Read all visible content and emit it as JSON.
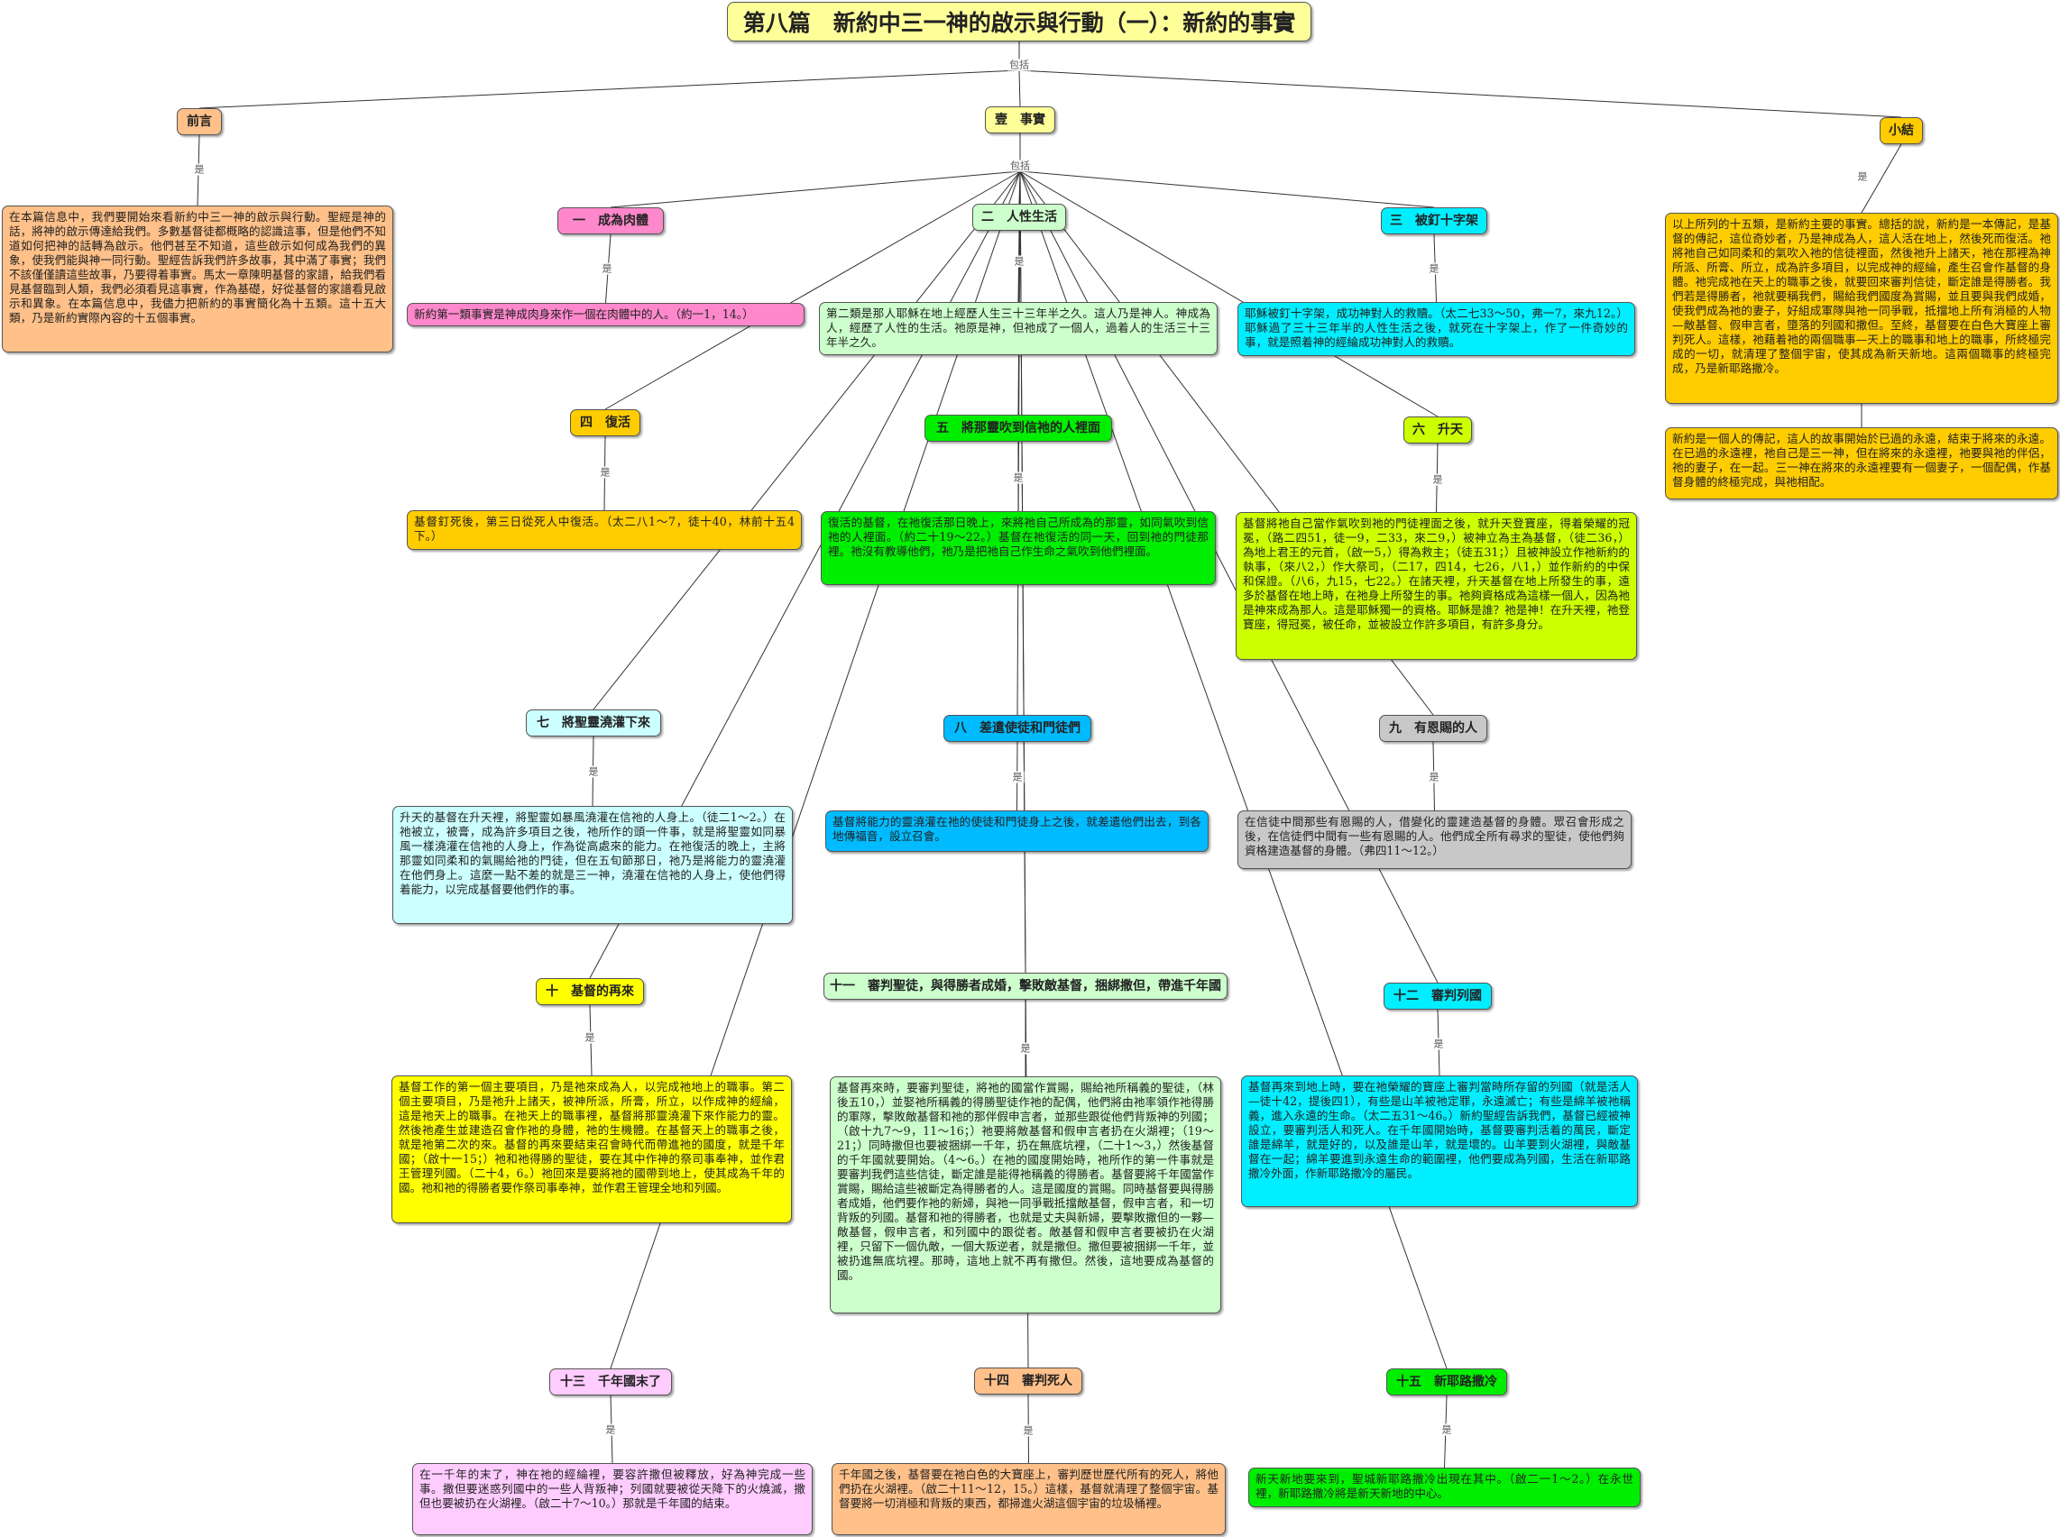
{
  "root": "第八篇　新約中三一神的啟示與行動（一）：新約的事實",
  "root_link": "包括",
  "shi_link": "包括",
  "link_yes": "是",
  "colors": {
    "yellow": "#ffff99",
    "peach": "#ffc089",
    "gold": "#ffcc00",
    "pink": "#ff88cc",
    "lightgreen": "#ccffcc",
    "cyan": "#00eeff",
    "lime": "#ccff00",
    "green": "#00ee00",
    "lightcyan": "#ccffff",
    "skyblue": "#00bbff",
    "gray": "#c8c8c8",
    "pale": "#ffccff"
  },
  "nodes": {
    "preface": {
      "title": "前言",
      "text": "在本篇信息中，我們要開始來看新約中三一神的啟示與行動。聖經是神的話，將神的啟示傳達給我們。多數基督徒都概略的認識這事，但是他們不知道如何把神的話轉為啟示。他們甚至不知道，這些啟示如何成為我們的異象，使我們能與神一同行動。聖經告訴我們許多故事，其中滿了事實；我們不該僅僅讀這些故事，乃要得着事實。馬太一章陳明基督的家譜，給我們看見基督臨到人類，我們必須看見這事實，作為基礎，好從基督的家譜看見啟示和異象。在本篇信息中，我儘力把新約的事實簡化為十五類。這十五大類，乃是新約實際內容的十五個事實。"
    },
    "facts": {
      "title": "壹　事實"
    },
    "summary": {
      "title": "小結",
      "text1": "以上所列的十五類，是新約主要的事實。總括的說，新約是一本傳記，是基督的傳記，這位奇妙者，乃是神成為人，這人活在地上，然後死而復活。祂將祂自己如同柔和的氣吹入祂的信徒裡面，然後祂升上諸天，祂在那裡為神所派、所膏、所立，成為許多項目，以完成神的經綸，產生召會作基督的身體。祂完成祂在天上的職事之後，就要回來審判信徒，斷定誰是得勝者。我們若是得勝者，祂就要稱我們，賜給我們國度為賞賜，並且要與我們成婚，使我們成為祂的妻子，好組成軍隊與祂一同爭戰，抵擋地上所有消極的人物—敵基督、假申言者，墮落的列國和撒但。至終，基督要在白色大寶座上審判死人。這樣，祂藉着祂的兩個職事—天上的職事和地上的職事，所終極完成的一切，就清理了整個宇宙，使其成為新天新地。這兩個職事的終極完成，乃是新耶路撒冷。",
      "text2": "新約是一個人的傳記，這人的故事開始於已過的永遠，結束于將來的永遠。在已過的永遠裡，祂自己是三一神，但在將來的永遠裡，祂要與祂的伴侶，祂的妻子，在一起。三一神在將來的永遠裡要有一個妻子，一個配偶，作基督身體的終極完成，與祂相配。"
    },
    "n1": {
      "title": "一　成為肉體",
      "text": "新約第一類事實是神成肉身來作一個在肉體中的人。（約一1，14。）"
    },
    "n2": {
      "title": "二　人性生活",
      "text": "第二類是那人耶穌在地上經歷人生三十三年半之久。這人乃是神人。神成為人，經歷了人性的生活。祂原是神，但祂成了一個人，過着人的生活三十三年半之久。"
    },
    "n3": {
      "title": "三　被釘十字架",
      "text": "耶穌被釘十字架，成功神對人的救贖。（太二七33～50，弗一7，來九12。）耶穌過了三十三年半的人性生活之後，就死在十字架上，作了一件奇妙的事，就是照着神的經綸成功神對人的救贖。"
    },
    "n4": {
      "title": "四　復活",
      "text": "基督釘死後，第三日從死人中復活。（太二八1～7，徒十40，林前十五4下。）"
    },
    "n5": {
      "title": "五　將那靈吹到信祂的人裡面",
      "text": "復活的基督，在祂復活那日晚上，來將祂自己所成為的那靈，如同氣吹到信祂的人裡面。（約二十19～22。）基督在祂復活的同一天，回到祂的門徒那裡。祂沒有教導他們，祂乃是把祂自己作生命之氣吹到他們裡面。"
    },
    "n6": {
      "title": "六　升天",
      "text": "基督將祂自己當作氣吹到祂的門徒裡面之後，就升天登寶座，得着榮耀的冠冕，（路二四51，徒一9，二33，來二9，）被神立為主為基督，（徒二36，）為地上君王的元首，（啟一5，）得為救主；（徒五31；）且被神設立作祂新約的執事，（來八2，）作大祭司，（二17，四14，七26，八1，）並作新約的中保和保證。（八6，九15，七22。）在諸天裡，升天基督在地上所發生的事，遠多於基督在地上時，在祂身上所發生的事。祂夠資格成為這樣一個人，因為祂是神來成為那人。這是耶穌獨一的資格。耶穌是誰？祂是神！在升天裡，祂登寶座，得冠冕，被任命，並被設立作許多項目，有許多身分。"
    },
    "n7": {
      "title": "七　將聖靈澆灌下來",
      "text": "升天的基督在升天裡，將聖靈如暴風澆灌在信祂的人身上。（徒二1～2。）在祂被立，被膏，成為許多項目之後，祂所作的頭一件事，就是將聖靈如同暴風一樣澆灌在信祂的人身上，作為從高處來的能力。在祂復活的晚上，主將那靈如同柔和的氣賜給祂的門徒，但在五旬節那日，祂乃是將能力的靈澆灌在他們身上。這麼一點不差的就是三一神，澆灌在信祂的人身上，使他們得着能力，以完成基督要他們作的事。"
    },
    "n8": {
      "title": "八　差遣使徒和門徒們",
      "text": "基督將能力的靈澆灌在祂的使徒和門徒身上之後，就差遣他們出去，到各地傳福音，設立召會。"
    },
    "n9": {
      "title": "九　有恩賜的人",
      "text": "在信徒中間那些有恩賜的人，借變化的靈建造基督的身體。眾召會形成之後，在信徒們中間有一些有恩賜的人。他們成全所有尋求的聖徒，使他們夠資格建造基督的身體。（弗四11～12。）"
    },
    "n10": {
      "title": "十　基督的再來",
      "text": "基督工作的第一個主要項目，乃是祂來成為人，以完成祂地上的職事。第二個主要項目，乃是祂升上諸天，被神所派，所膏，所立，以作成神的經綸，這是祂天上的職事。在祂天上的職事裡，基督將那靈澆灌下來作能力的靈。然後祂產生並建造召會作祂的身體，祂的生機體。在基督天上的職事之後，就是祂第二次的來。基督的再來要結束召會時代而帶進祂的國度，就是千年國；（啟十一15；）祂和祂得勝的聖徒，要在其中作神的祭司事奉神，並作君王管理列國。（二十4，6。）祂回來是要將祂的國帶到地上，使其成為千年的國。祂和祂的得勝者要作祭司事奉神，並作君王管理全地和列國。"
    },
    "n11": {
      "title": "十一　審判聖徒，與得勝者成婚，擊敗敵基督，捆綁撒但，帶進千年國",
      "text": "基督再來時，要審判聖徒，將祂的國當作賞賜，賜給祂所稱義的聖徒，（林後五10，）並娶祂所稱義的得勝聖徒作祂的配偶，他們將由祂率領作祂得勝的軍隊，擊敗敵基督和祂的那伴假申言者，並那些跟從他們背叛神的列國；（啟十九7～9，11～16；）祂要將敵基督和假申言者扔在火湖裡；（19～21；）同時撒但也要被捆綁一千年，扔在無底坑裡，（二十1～3，）然後基督的千年國就要開始。（4～6。）在祂的國度開始時，祂所作的第一件事就是要審判我們這些信徒，斷定誰是能得祂稱義的得勝者。基督要將千年國當作賞賜，賜給這些被斷定為得勝者的人。這是國度的賞賜。同時基督要與得勝者成婚，他們要作祂的新婦，與祂一同爭戰抵擋敵基督，假申言者，和一切背叛的列國。基督和祂的得勝者，也就是丈夫與新婦，要擊敗撒但的一夥—敵基督，假申言者，和列國中的跟從者。敵基督和假申言者要被扔在火湖裡，只留下一個仇敵，一個大叛逆者，就是撒但。撒但要被捆綁一千年，並被扔進無底坑裡。那時，這地上就不再有撒但。然後，這地要成為基督的國。"
    },
    "n12": {
      "title": "十二　審判列國",
      "text": "基督再來到地上時，要在祂榮耀的寶座上審判當時所存留的列國（就是活人—徒十42，提後四1），有些是山羊被祂定罪，永遠滅亡；有些是綿羊被祂稱義，進入永遠的生命。（太二五31～46。）新約聖經告訴我們，基督已經被神設立，要審判活人和死人。在千年國開始時，基督要審判活着的萬民，斷定誰是綿羊，就是好的，以及誰是山羊，就是壞的。山羊要到火湖裡，與敵基督在一起；綿羊要進到永遠生命的範圍裡，他們要成為列國，生活在新耶路撒冷外面，作新耶路撒冷的屬民。"
    },
    "n13": {
      "title": "十三　千年國末了",
      "text": "在一千年的末了，神在祂的經綸裡，要容許撒但被釋放，好為神完成一些事。撒但要迷惑列國中的一些人背叛神；列國就要被從天降下的火燒滅，撒但也要被扔在火湖裡。（啟二十7～10。）那就是千年國的結束。"
    },
    "n14": {
      "title": "十四　審判死人",
      "text": "千年國之後，基督要在祂白色的大寶座上，審判歷世歷代所有的死人，將他們扔在火湖裡。（啟二十11～12，15。）這樣，基督就清理了整個宇宙。基督要將一切消極和背叛的東西，都掃進火湖這個宇宙的垃圾桶裡。"
    },
    "n15": {
      "title": "十五　新耶路撒冷",
      "text": "新天新地要來到，聖城新耶路撒冷出現在其中。（啟二一1～2。）在永世裡，新耶路撒冷將是新天新地的中心。"
    }
  }
}
